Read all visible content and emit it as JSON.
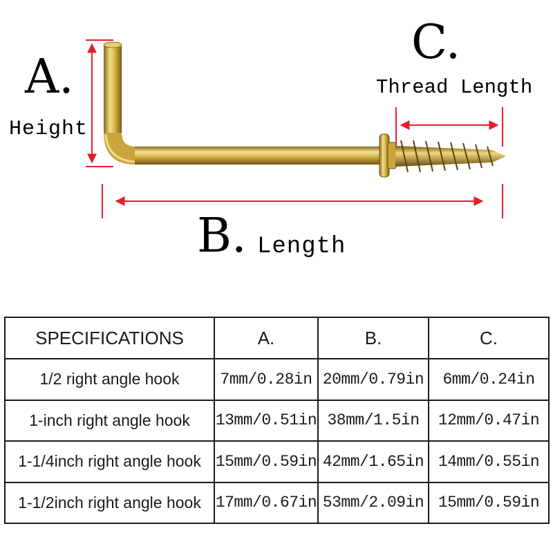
{
  "diagram": {
    "label_a": "A.",
    "label_height": "Height",
    "label_c": "C.",
    "label_thread_length": "Thread Length",
    "label_b": "B.",
    "label_length": "Length",
    "arrow_color": "#e0202a",
    "hook_color": "#d9b84a"
  },
  "specs_table": {
    "headers": [
      "SPECIFICATIONS",
      "A.",
      "B.",
      "C."
    ],
    "rows": [
      [
        "1/2 right angle hook",
        "7mm/0.28in",
        "20mm/0.79in",
        "6mm/0.24in"
      ],
      [
        "1-inch right angle hook",
        "13mm/0.51in",
        "38mm/1.5in",
        "12mm/0.47in"
      ],
      [
        "1-1/4inch right angle hook",
        "15mm/0.59in",
        "42mm/1.65in",
        "14mm/0.55in"
      ],
      [
        "1-1/2inch right angle hook",
        "17mm/0.67in",
        "53mm/2.09in",
        "15mm/0.59in"
      ]
    ]
  }
}
